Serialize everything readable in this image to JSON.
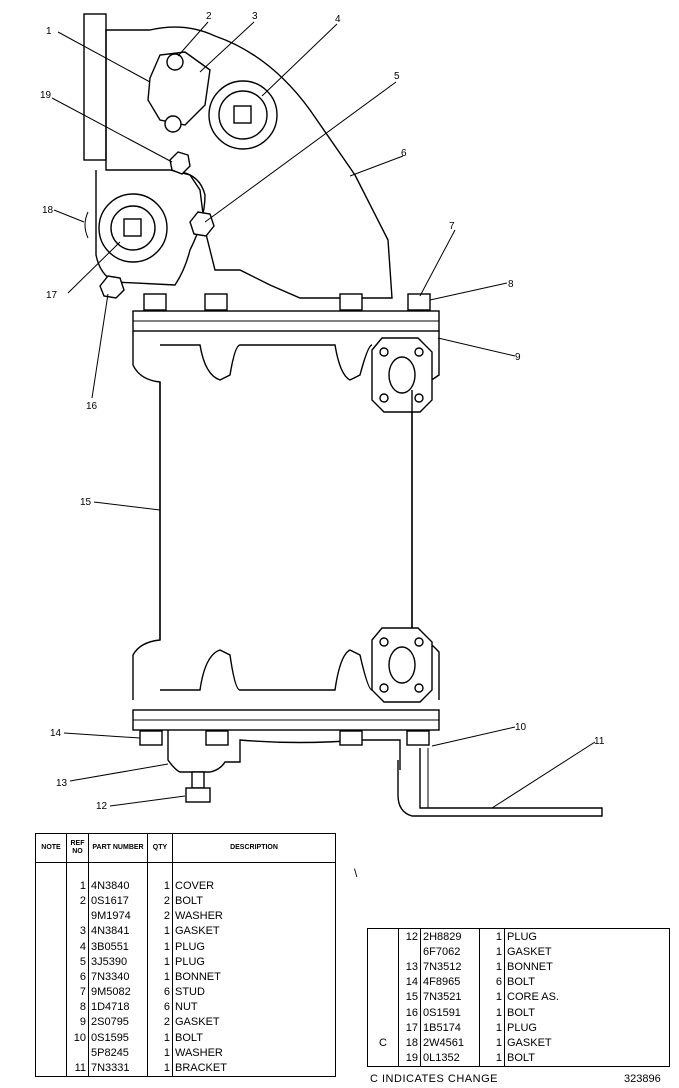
{
  "callouts": [
    "1",
    "2",
    "3",
    "4",
    "5",
    "6",
    "7",
    "8",
    "9",
    "10",
    "11",
    "12",
    "13",
    "14",
    "15",
    "16",
    "17",
    "18",
    "19"
  ],
  "table_headers": {
    "note": "NOTE",
    "ref_no": "REF NO",
    "part_number": "PART NUMBER",
    "qty": "QTY",
    "description": "DESCRIPTION"
  },
  "parts_left": [
    {
      "note": "",
      "ref": "1",
      "part": "4N3840",
      "qty": "1",
      "desc": "COVER"
    },
    {
      "note": "",
      "ref": "2",
      "part": "0S1617",
      "qty": "2",
      "desc": "BOLT"
    },
    {
      "note": "",
      "ref": "",
      "part": "9M1974",
      "qty": "2",
      "desc": "WASHER"
    },
    {
      "note": "",
      "ref": "3",
      "part": "4N3841",
      "qty": "1",
      "desc": "GASKET"
    },
    {
      "note": "",
      "ref": "4",
      "part": "3B0551",
      "qty": "1",
      "desc": "PLUG"
    },
    {
      "note": "",
      "ref": "5",
      "part": "3J5390",
      "qty": "1",
      "desc": "PLUG"
    },
    {
      "note": "",
      "ref": "6",
      "part": "7N3340",
      "qty": "1",
      "desc": "BONNET"
    },
    {
      "note": "",
      "ref": "7",
      "part": "9M5082",
      "qty": "6",
      "desc": "STUD"
    },
    {
      "note": "",
      "ref": "8",
      "part": "1D4718",
      "qty": "6",
      "desc": "NUT"
    },
    {
      "note": "",
      "ref": "9",
      "part": "2S0795",
      "qty": "2",
      "desc": "GASKET"
    },
    {
      "note": "",
      "ref": "10",
      "part": "0S1595",
      "qty": "1",
      "desc": "BOLT"
    },
    {
      "note": "",
      "ref": "",
      "part": "5P8245",
      "qty": "1",
      "desc": "WASHER"
    },
    {
      "note": "",
      "ref": "11",
      "part": "7N3331",
      "qty": "1",
      "desc": "BRACKET"
    }
  ],
  "parts_right": [
    {
      "note": "",
      "ref": "12",
      "part": "2H8829",
      "qty": "1",
      "desc": "PLUG"
    },
    {
      "note": "",
      "ref": "",
      "part": "6F7062",
      "qty": "1",
      "desc": "GASKET"
    },
    {
      "note": "",
      "ref": "13",
      "part": "7N3512",
      "qty": "1",
      "desc": "BONNET"
    },
    {
      "note": "",
      "ref": "14",
      "part": "4F8965",
      "qty": "6",
      "desc": "BOLT"
    },
    {
      "note": "",
      "ref": "15",
      "part": "7N3521",
      "qty": "1",
      "desc": "CORE AS."
    },
    {
      "note": "",
      "ref": "16",
      "part": "0S1591",
      "qty": "1",
      "desc": "BOLT"
    },
    {
      "note": "",
      "ref": "17",
      "part": "1B5174",
      "qty": "1",
      "desc": "PLUG"
    },
    {
      "note": "C",
      "ref": "18",
      "part": "2W4561",
      "qty": "1",
      "desc": "GASKET"
    },
    {
      "note": "",
      "ref": "19",
      "part": "0L1352",
      "qty": "1",
      "desc": "BOLT"
    }
  ],
  "footer": {
    "change_note": "C  INDICATES  CHANGE",
    "figure_number": "323896",
    "stray_mark": "\\"
  }
}
